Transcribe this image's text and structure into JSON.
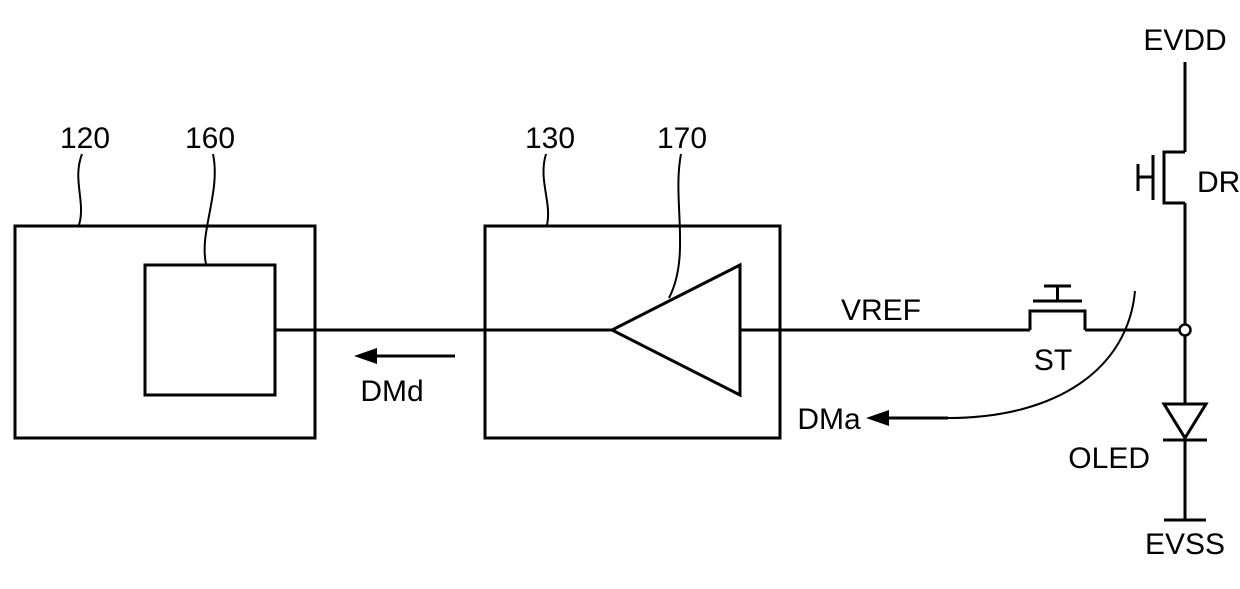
{
  "figure": {
    "background": "#ffffff",
    "line_color": "#000000",
    "labels": {
      "ref_120": "120",
      "ref_160": "160",
      "ref_130": "130",
      "ref_170": "170",
      "dmd": "DMd",
      "vref": "VREF",
      "st": "ST",
      "dma": "DMa",
      "evdd": "EVDD",
      "dr": "DR",
      "oled": "OLED",
      "evss": "EVSS"
    }
  }
}
